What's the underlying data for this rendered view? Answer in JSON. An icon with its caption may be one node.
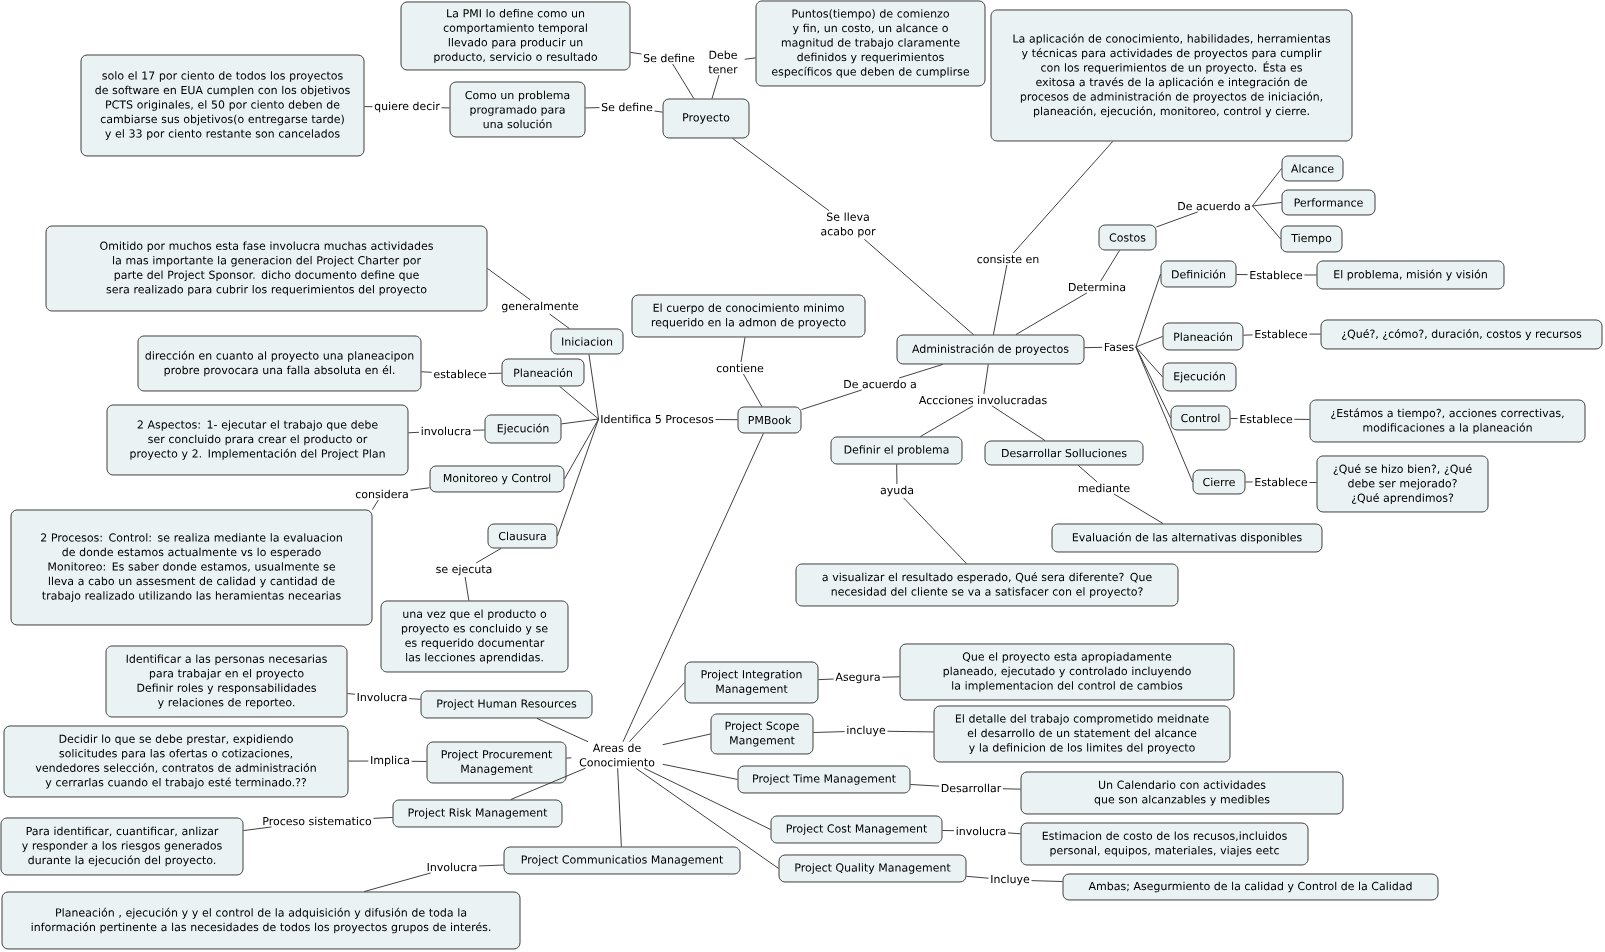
{
  "diagram": {
    "nodes": [
      {
        "text": [
          "La PMI lo define como un comportamiento temporal llevado para producir un producto, servicio o resultado"
        ]
      },
      {
        "text": [
          "Se define"
        ]
      },
      {
        "text": [
          "Debe tener"
        ]
      },
      {
        "text": [
          "Puntos(tiempo) de comienzo y fin, un costo, un alcance o magnitud de trabajo claramente definidos y requerimientos específicos que deben de cumplirse"
        ]
      },
      {
        "text": [
          "La aplicación de conocimiento, habilidades, herramientas y técnicas para actividades de proyectos para cumplir con los requerimientos de un proyecto. Ésta es exitosa a través de la aplicación e integración de procesos de administración de proyectos de iniciación, planeación, ejecución, monitoreo, control y cierre."
        ]
      },
      {
        "text": [
          "solo el 17 por ciento de todos los proyectos de software en EUA cumplen con los objetivos PCTS originales, el 50 por ciento deben de cambiarse sus objetivos(o entregarse tarde) y el 33 por ciento restante son cancelados"
        ]
      },
      {
        "text": [
          "quiere decir"
        ]
      },
      {
        "text": [
          "Como un problema programado para una solución"
        ]
      },
      {
        "text": [
          "Se define"
        ]
      },
      {
        "text": [
          "Proyecto"
        ]
      },
      {
        "text": [
          "Alcance"
        ]
      },
      {
        "text": [
          "Performance"
        ]
      },
      {
        "text": [
          "De acuerdo a"
        ]
      },
      {
        "text": [
          "Se lleva acabo por"
        ]
      },
      {
        "text": [
          "Costos"
        ]
      },
      {
        "text": [
          "Tiempo"
        ]
      },
      {
        "text": [
          "Omitido por muchos esta fase involucra muchas actividades la mas importante la generacion del Project Charter por parte del Project Sponsor. dicho documento define que sera realizado para cubrir los requerimientos del proyecto"
        ]
      },
      {
        "text": [
          "consiste en"
        ]
      },
      {
        "text": [
          "Definición"
        ]
      },
      {
        "text": [
          "Establece"
        ]
      },
      {
        "text": [
          "El problema, misión y visión"
        ]
      },
      {
        "text": [
          "Determina"
        ]
      },
      {
        "text": [
          "El cuerpo de conocimiento minimo requerido en la admon de proyecto"
        ]
      },
      {
        "text": [
          "generalmente"
        ]
      },
      {
        "text": [
          "Iniciacion"
        ]
      },
      {
        "text": [
          "Planeación"
        ]
      },
      {
        "text": [
          "Establece"
        ]
      },
      {
        "text": [
          "¿Qué?, ¿cómo?, duración, costos y recursos"
        ]
      },
      {
        "text": [
          "Administración de proyectos"
        ]
      },
      {
        "text": [
          "dirección en cuanto al proyecto una planeacipon probre provocara una falla absoluta en él."
        ]
      },
      {
        "text": [
          "Fases"
        ]
      },
      {
        "text": [
          "establece"
        ]
      },
      {
        "text": [
          "Planeación"
        ]
      },
      {
        "text": [
          "contiene"
        ]
      },
      {
        "text": [
          "Ejecución"
        ]
      },
      {
        "text": [
          "De acuerdo a"
        ]
      },
      {
        "text": [
          "Accciones involucradas"
        ]
      },
      {
        "text": [
          "2 Aspectos: 1- ejecutar el trabajo que debe ser concluido prara crear el producto or proyecto y 2. Implementación del Project Plan"
        ]
      },
      {
        "text": [
          "Control"
        ]
      },
      {
        "text": [
          "Establece"
        ]
      },
      {
        "text": [
          "¿Estámos a tiempo?, acciones correctivas, modificaciones a la planeación"
        ]
      },
      {
        "text": [
          "PMBook"
        ]
      },
      {
        "text": [
          "Identifica 5 Procesos"
        ]
      },
      {
        "text": [
          "involucra"
        ]
      },
      {
        "text": [
          "Ejecución"
        ]
      },
      {
        "text": [
          "Definir el problema"
        ]
      },
      {
        "text": [
          "Desarrollar Solluciones"
        ]
      },
      {
        "text": [
          "Monitoreo y Control"
        ]
      },
      {
        "text": [
          "Cierre"
        ]
      },
      {
        "text": [
          "Establece"
        ]
      },
      {
        "text": [
          "¿Qué se hizo bien?, ¿Qué debe ser mejorado? ¿Qué aprendimos?"
        ]
      },
      {
        "text": [
          "mediante"
        ]
      },
      {
        "text": [
          "ayuda"
        ]
      },
      {
        "text": [
          "considera"
        ]
      },
      {
        "text": [
          "2 Procesos: Control: se realiza mediante la evaluacion de donde estamos actualmente vs lo esperado Monitoreo: Es saber donde estamos, usualmente se lleva a cabo un assesment de calidad y cantidad de trabajo realizado utilizando las heramientas necearias"
        ]
      },
      {
        "text": [
          "Clausura"
        ]
      },
      {
        "text": [
          "Evaluación de las alternativas disponibles"
        ]
      },
      {
        "text": [
          "se ejecuta"
        ]
      },
      {
        "text": [
          "a visualizar el resultado esperado, Qué sera diferente? Que necesidad del cliente se va a satisfacer con el proyecto?"
        ]
      },
      {
        "text": [
          "una vez que el producto o proyecto es concluido y se es requerido documentar las lecciones aprendidas."
        ]
      },
      {
        "text": [
          "Que el proyecto esta apropiadamente planeado, ejecutado y controlado incluyendo la implementacion del control de cambios"
        ]
      },
      {
        "text": [
          "Identificar a las personas necesarias para trabajar en el proyecto Definir roles y responsabilidades y relaciones de reporteo."
        ]
      },
      {
        "text": [
          "Project Integration Management"
        ]
      },
      {
        "text": [
          "Asegura"
        ]
      },
      {
        "text": [
          "Involucra"
        ]
      },
      {
        "text": [
          "Project Human Resources"
        ]
      },
      {
        "text": [
          "El detalle del trabajo comprometido meidnate el desarrollo de un statement del alcance y la definicion de los limites del proyecto"
        ]
      },
      {
        "text": [
          "Project Scope Mangement"
        ]
      },
      {
        "text": [
          "incluye"
        ]
      },
      {
        "text": [
          "Decidir lo que se debe prestar, expidiendo solicitudes para las ofertas o cotizaciones, vendedores selección, contratos de administración y cerrarlas cuando el trabajo esté terminado.??"
        ]
      },
      {
        "text": [
          "Project Procurement Management"
        ]
      },
      {
        "text": [
          "Implica"
        ]
      },
      {
        "text": [
          "Areas de Conocimiento"
        ]
      },
      {
        "text": [
          "Project Time Management"
        ]
      },
      {
        "text": [
          "Desarrollar"
        ]
      },
      {
        "text": [
          "Un Calendario con actividades que son alcanzables y medibles"
        ]
      },
      {
        "text": [
          "Project Risk Management"
        ]
      },
      {
        "text": [
          "Para identificar, cuantificar, anlizar y responder a los riesgos generados durante la ejecución del proyecto."
        ]
      },
      {
        "text": [
          "Proceso sistematico"
        ]
      },
      {
        "text": [
          "Project Cost Management"
        ]
      },
      {
        "text": [
          "involucra"
        ]
      },
      {
        "text": [
          "Estimacion de costo de los recusos,incluidos personal, equipos, materiales, viajes eetc"
        ]
      },
      {
        "text": [
          "Project Communicatios Management"
        ]
      },
      {
        "text": [
          "Project Quality Management"
        ]
      },
      {
        "text": [
          "Involucra"
        ]
      },
      {
        "text": [
          "Incluye"
        ]
      },
      {
        "text": [
          "Ambas; Asegurmiento de la calidad y Control de la Calidad"
        ]
      },
      {
        "text": [
          "Planeación , ejecución y y el control de la adquisición y difusión de toda la información pertinente a las necesidades de todos los proyectos grupos de interés."
        ]
      }
    ],
    "edges": [
      {
        "from": 9,
        "to": 1,
        "arrow": "none"
      },
      {
        "from": 1,
        "to": 0,
        "arrow": "none"
      },
      {
        "from": 9,
        "to": 2,
        "arrow": "none"
      },
      {
        "from": 2,
        "to": 3,
        "arrow": "none"
      },
      {
        "from": 9,
        "to": 8,
        "arrow": "none"
      },
      {
        "from": 8,
        "to": 7,
        "arrow": "none"
      },
      {
        "from": 7,
        "to": 6,
        "arrow": "none"
      },
      {
        "from": 6,
        "to": 5,
        "arrow": "none"
      },
      {
        "from": 9,
        "to": 13,
        "arrow": "none"
      },
      {
        "from": 13,
        "to": 28,
        "arrow": "none"
      },
      {
        "from": 28,
        "to": 17,
        "arrow": "none"
      },
      {
        "from": 17,
        "to": 4,
        "arrow": "none"
      },
      {
        "from": 28,
        "to": 21,
        "arrow": "none"
      },
      {
        "from": 21,
        "to": 14,
        "arrow": "none"
      },
      {
        "from": 14,
        "to": 12,
        "arrow": "none"
      },
      {
        "from": 12,
        "to": 10,
        "arrow": "none"
      },
      {
        "from": 12,
        "to": 11,
        "arrow": "none"
      },
      {
        "from": 12,
        "to": 15,
        "arrow": "none"
      },
      {
        "from": 28,
        "to": 30,
        "arrow": "none"
      },
      {
        "from": 30,
        "to": 18,
        "arrow": "none"
      },
      {
        "from": 30,
        "to": 25,
        "arrow": "none"
      },
      {
        "from": 30,
        "to": 34,
        "arrow": "none"
      },
      {
        "from": 30,
        "to": 38,
        "arrow": "none"
      },
      {
        "from": 30,
        "to": 48,
        "arrow": "none"
      },
      {
        "from": 18,
        "to": 19,
        "arrow": "none"
      },
      {
        "from": 19,
        "to": 20,
        "arrow": "none"
      },
      {
        "from": 25,
        "to": 26,
        "arrow": "none"
      },
      {
        "from": 26,
        "to": 27,
        "arrow": "none"
      },
      {
        "from": 38,
        "to": 39,
        "arrow": "none"
      },
      {
        "from": 39,
        "to": 40,
        "arrow": "none"
      },
      {
        "from": 48,
        "to": 49,
        "arrow": "none"
      },
      {
        "from": 49,
        "to": 50,
        "arrow": "none"
      },
      {
        "from": 28,
        "to": 36,
        "arrow": "none"
      },
      {
        "from": 36,
        "to": 45,
        "arrow": "none"
      },
      {
        "from": 36,
        "to": 46,
        "arrow": "none"
      },
      {
        "from": 45,
        "to": 52,
        "arrow": "none"
      },
      {
        "from": 52,
        "to": 58,
        "arrow": "none"
      },
      {
        "from": 46,
        "to": 51,
        "arrow": "none"
      },
      {
        "from": 51,
        "to": 56,
        "arrow": "none"
      },
      {
        "from": 41,
        "to": 35,
        "arrow": "none"
      },
      {
        "from": 35,
        "to": 28,
        "arrow": "none"
      },
      {
        "from": 41,
        "to": 33,
        "arrow": "none"
      },
      {
        "from": 33,
        "to": 22,
        "arrow": "none"
      },
      {
        "from": 41,
        "to": 42,
        "arrow": "none"
      },
      {
        "from": 42,
        "to": 24,
        "arrow": "none"
      },
      {
        "from": 42,
        "to": 32,
        "arrow": "none"
      },
      {
        "from": 42,
        "to": 44,
        "arrow": "none"
      },
      {
        "from": 42,
        "to": 47,
        "arrow": "none"
      },
      {
        "from": 42,
        "to": 55,
        "arrow": "none"
      },
      {
        "from": 24,
        "to": 23,
        "arrow": "none"
      },
      {
        "from": 23,
        "to": 16,
        "arrow": "none"
      },
      {
        "from": 32,
        "to": 31,
        "arrow": "none"
      },
      {
        "from": 31,
        "to": 29,
        "arrow": "none"
      },
      {
        "from": 44,
        "to": 43,
        "arrow": "none"
      },
      {
        "from": 43,
        "to": 37,
        "arrow": "none"
      },
      {
        "from": 47,
        "to": 53,
        "arrow": "none"
      },
      {
        "from": 53,
        "to": 54,
        "arrow": "none"
      },
      {
        "from": 55,
        "to": 57,
        "arrow": "none"
      },
      {
        "from": 57,
        "to": 59,
        "arrow": "none"
      },
      {
        "from": 41,
        "to": 72,
        "arrow": "none"
      },
      {
        "from": 72,
        "to": 62,
        "arrow": "none"
      },
      {
        "from": 72,
        "to": 67,
        "arrow": "none"
      },
      {
        "from": 72,
        "to": 73,
        "arrow": "none"
      },
      {
        "from": 72,
        "to": 79,
        "arrow": "none"
      },
      {
        "from": 72,
        "to": 83,
        "arrow": "none"
      },
      {
        "from": 72,
        "to": 82,
        "arrow": "none"
      },
      {
        "from": 72,
        "to": 76,
        "arrow": "none"
      },
      {
        "from": 72,
        "to": 70,
        "arrow": "none"
      },
      {
        "from": 72,
        "to": 65,
        "arrow": "none"
      },
      {
        "from": 62,
        "to": 63,
        "arrow": "none"
      },
      {
        "from": 63,
        "to": 60,
        "arrow": "none"
      },
      {
        "from": 67,
        "to": 68,
        "arrow": "none"
      },
      {
        "from": 68,
        "to": 66,
        "arrow": "none"
      },
      {
        "from": 73,
        "to": 74,
        "arrow": "none"
      },
      {
        "from": 74,
        "to": 75,
        "arrow": "none"
      },
      {
        "from": 79,
        "to": 80,
        "arrow": "none"
      },
      {
        "from": 80,
        "to": 81,
        "arrow": "none"
      },
      {
        "from": 83,
        "to": 85,
        "arrow": "none"
      },
      {
        "from": 85,
        "to": 86,
        "arrow": "none"
      },
      {
        "from": 65,
        "to": 64,
        "arrow": "none"
      },
      {
        "from": 64,
        "to": 61,
        "arrow": "none"
      },
      {
        "from": 70,
        "to": 71,
        "arrow": "none"
      },
      {
        "from": 71,
        "to": 69,
        "arrow": "none"
      },
      {
        "from": 76,
        "to": 78,
        "arrow": "none"
      },
      {
        "from": 78,
        "to": 77,
        "arrow": "none"
      },
      {
        "from": 82,
        "to": 84,
        "arrow": "none"
      },
      {
        "from": 84,
        "to": 87,
        "arrow": "none"
      }
    ]
  }
}
